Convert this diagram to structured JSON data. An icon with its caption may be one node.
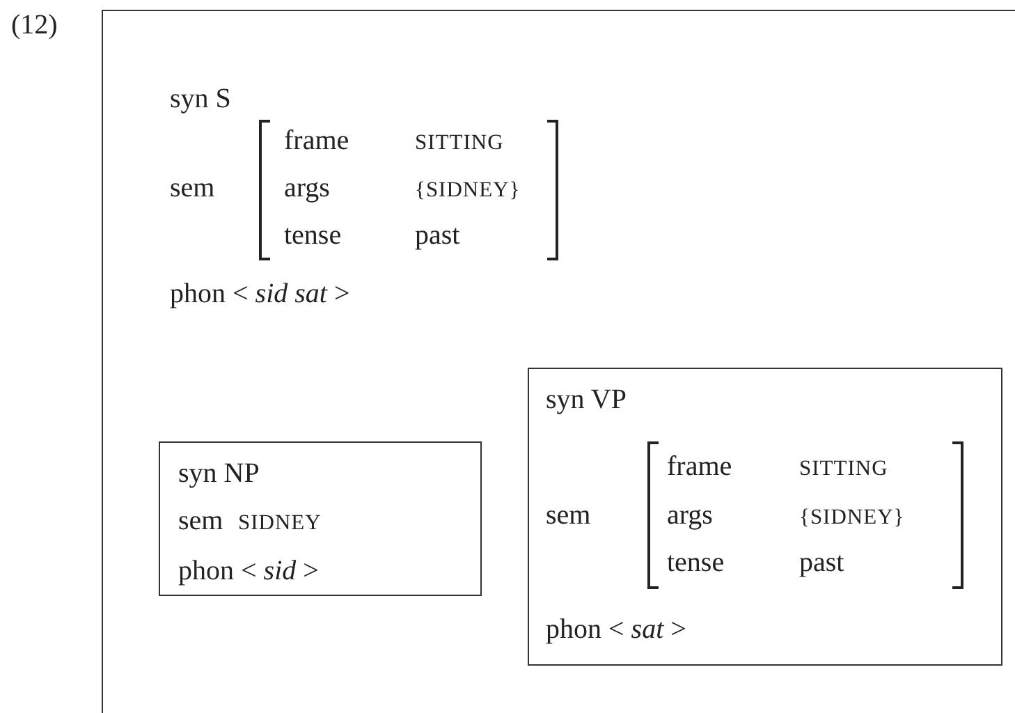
{
  "diagram": {
    "nodes": [
      {
        "text": [
          "syn S",
          "sem",
          "frame",
          "SITTING",
          "args",
          "{SIDNEY}",
          "tense",
          "past",
          "phon < *sid sat* >"
        ]
      },
      {
        "text": [
          "syn NP",
          "sem",
          "SIDNEY",
          "phon < *sid* >"
        ],
        "in": 0
      },
      {
        "text": [
          "syn VP",
          "sem",
          "frame",
          "SITTING",
          "args",
          "{SIDNEY}",
          "tense",
          "past",
          "phon < *sat* >"
        ],
        "in": 0
      }
    ],
    "labels": [
      "(12)"
    ]
  }
}
